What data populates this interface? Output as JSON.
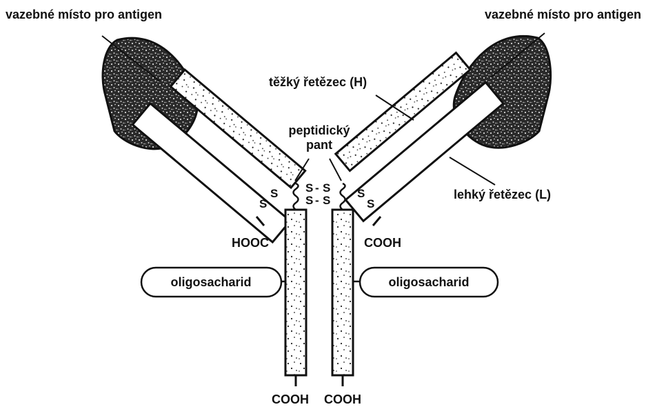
{
  "labels": {
    "antigen_site_left": "vazebné místo pro antigen",
    "antigen_site_right": "vazebné místo pro antigen",
    "heavy_chain": "těžký řetězec (H)",
    "light_chain": "lehký řetězec (L)",
    "hinge_line1": "peptidický",
    "hinge_line2": "pant",
    "hooc_left": "HOOC",
    "cooh_right": "COOH",
    "cooh_bottom_left": "COOH",
    "cooh_bottom_right": "COOH",
    "oligo_left": "oligosacharid",
    "oligo_right": "oligosacharid"
  },
  "bonds": {
    "s": "S",
    "dash": "-"
  }
}
